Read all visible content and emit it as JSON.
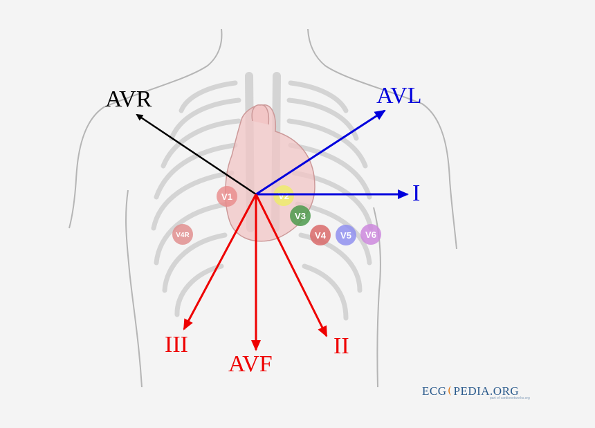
{
  "leads": {
    "avr": {
      "label": "AVR",
      "color": "#000000"
    },
    "avl": {
      "label": "AVL",
      "color": "#0000dd"
    },
    "i": {
      "label": "I",
      "color": "#0000dd"
    },
    "iii": {
      "label": "III",
      "color": "#ee0000"
    },
    "avf": {
      "label": "AVF",
      "color": "#ee0000"
    },
    "ii": {
      "label": "II",
      "color": "#ee0000"
    }
  },
  "electrodes": {
    "v1": {
      "label": "V1",
      "color": "#e88a8a"
    },
    "v2": {
      "label": "V2",
      "color": "#eeee66"
    },
    "v3": {
      "label": "V3",
      "color": "#4c9a4c"
    },
    "v4": {
      "label": "V4",
      "color": "#d96a6a"
    },
    "v5": {
      "label": "V5",
      "color": "#8f8fee"
    },
    "v6": {
      "label": "V6",
      "color": "#cc88dd"
    },
    "v4r": {
      "label": "V4R",
      "color": "#e08a8a"
    }
  },
  "brand": {
    "name_left": "ECG",
    "name_right": "PEDIA.ORG",
    "tagline": "part of cardionetworks.org"
  }
}
